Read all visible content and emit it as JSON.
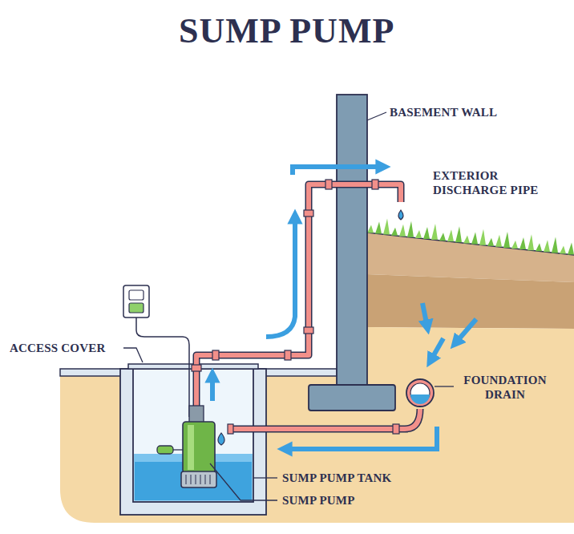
{
  "diagram": {
    "title": "SUMP PUMP",
    "labels": [
      "BASEMENT WALL",
      "EXTERIOR DISCHARGE PIPE",
      "ACCESS COVER",
      "FOUNDATION DRAIN",
      "SUMP PUMP TANK",
      "SUMP PUMP"
    ]
  }
}
